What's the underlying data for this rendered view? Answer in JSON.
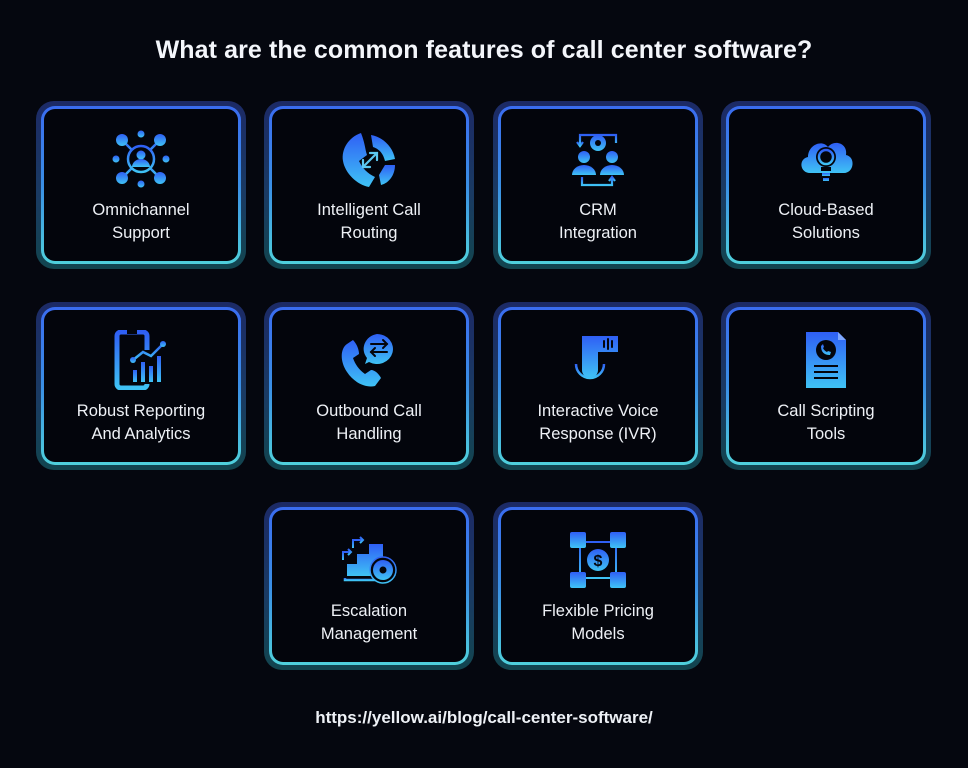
{
  "title": "What are the common features of call center software?",
  "colors": {
    "background": "#05070f",
    "border_top": "#3a6cf0",
    "border_bottom": "#4fd0dc",
    "icon_gradient_top": "#2f5ff5",
    "icon_gradient_bottom": "#3fc3f5"
  },
  "features": [
    {
      "label": "Omnichannel\nSupport",
      "icon": "omnichannel-network-icon"
    },
    {
      "label": "Intelligent Call\nRouting",
      "icon": "phone-routing-icon"
    },
    {
      "label": "CRM\nIntegration",
      "icon": "crm-users-gear-icon"
    },
    {
      "label": "Cloud-Based\nSolutions",
      "icon": "cloud-lightbulb-icon"
    },
    {
      "label": "Robust Reporting\nAnd Analytics",
      "icon": "mobile-analytics-icon"
    },
    {
      "label": "Outbound Call\nHandling",
      "icon": "phone-chat-transfer-icon"
    },
    {
      "label": "Interactive Voice\nResponse (IVR)",
      "icon": "microphone-voice-icon"
    },
    {
      "label": "Call Scripting\nTools",
      "icon": "phone-document-icon"
    },
    {
      "label": "Escalation\nManagement",
      "icon": "escalation-stairs-gear-icon"
    },
    {
      "label": "Flexible Pricing\nModels",
      "icon": "dollar-network-icon"
    }
  ],
  "source_url": "https://yellow.ai/blog/call-center-software/"
}
